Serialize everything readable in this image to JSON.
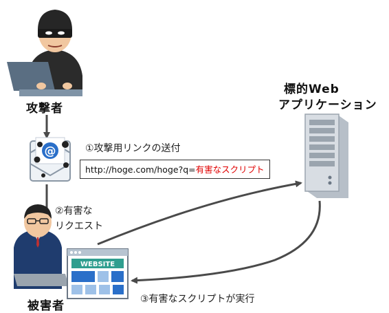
{
  "labels": {
    "attacker": "攻撃者",
    "target_app_line1": "標的Web",
    "target_app_line2": "アプリケーション",
    "victim": "被害者"
  },
  "steps": {
    "step1": "①攻撃用リンクの送付",
    "step2_line1": "②有害な",
    "step2_line2": "リクエスト",
    "step3": "③有害なスクリプトが実行"
  },
  "url": {
    "prefix": "http://hoge.com/hoge?q=",
    "payload": "有害なスクリプト"
  },
  "website_logo": "WEBSITE",
  "colors": {
    "arrow": "#4a4a4a",
    "payload_text": "#e00000",
    "website_teal": "#2f9e8f",
    "server": "#d8dde3"
  }
}
